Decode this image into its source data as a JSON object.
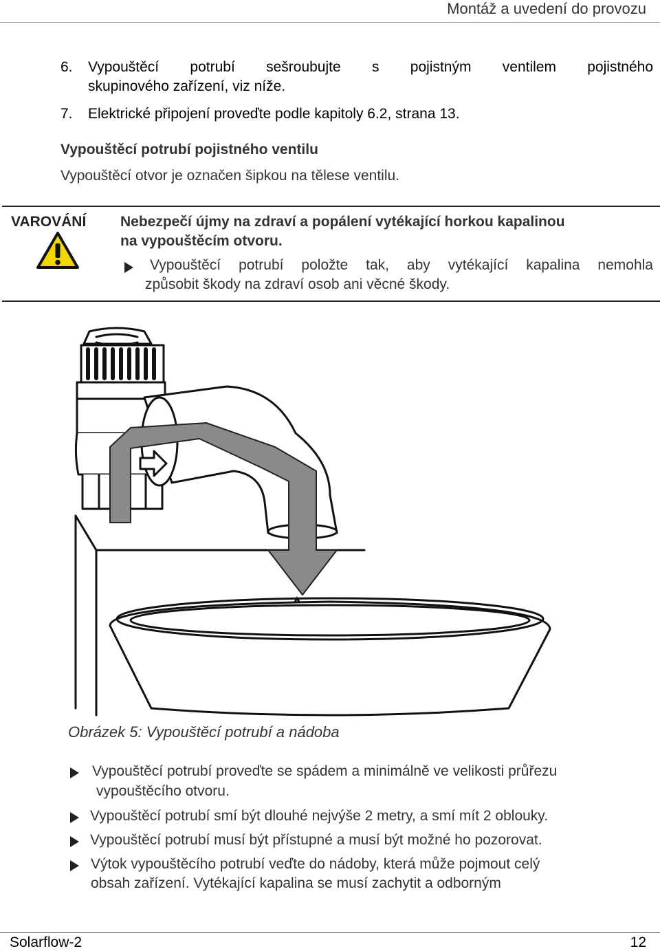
{
  "header": {
    "title": "Montáž a uvedení do provozu"
  },
  "steps": [
    {
      "num": "6.",
      "line1": "Vypouštěcí potrubí sešroubujte s pojistným ventilem pojistného",
      "line2": "skupinového zařízení, viz níže."
    },
    {
      "num": "7.",
      "line1": "Elektrické připojení proveďte podle kapitoly 6.2, strana 13."
    }
  ],
  "section": {
    "heading": "Vypouštěcí potrubí pojistného ventilu",
    "text": "Vypouštěcí otvor je označen šipkou na tělese ventilu."
  },
  "warning": {
    "label": "VAROVÁNÍ",
    "icon": "warning-triangle-icon",
    "bold_line1": "Nebezpečí újmy na zdraví a popálení vytékající horkou kapalinou",
    "bold_line2": "na vypouštěcím otvoru.",
    "bullet_line1": "Vypouštěcí potrubí položte tak, aby vytékající kapalina nemohla",
    "bullet_line2": "způsobit škody na zdraví osob ani věcné škody.",
    "icon_color": "#f2d600"
  },
  "figure": {
    "caption": "Obrázek 5:  Vypouštěcí potrubí a nádoba"
  },
  "bullets": [
    {
      "line1": "Vypouštěcí potrubí proveďte se spádem a minimálně ve velikosti průřezu",
      "line2": "vypouštěcího otvoru."
    },
    {
      "line1": "Vypouštěcí potrubí smí být dlouhé nejvýše 2 metry, a smí mít 2 oblouky."
    },
    {
      "line1": "Vypouštěcí potrubí musí být přístupné a musí být možné ho pozorovat."
    },
    {
      "line1": "Výtok vypouštěcího potrubí veďte do nádoby, která může pojmout celý",
      "line2": "obsah zařízení. Vytékající kapalina se musí zachytit a odborným"
    }
  ],
  "footer": {
    "product": "Solarflow-2",
    "page": "12"
  }
}
